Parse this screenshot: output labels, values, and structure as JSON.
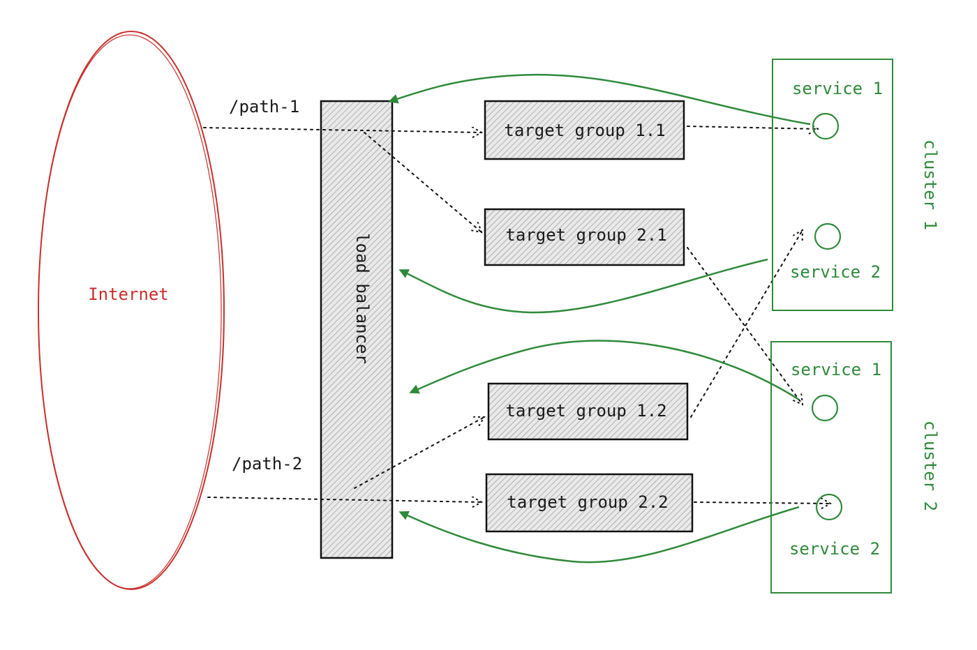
{
  "internet": {
    "label": "Internet",
    "color": "#c9302c"
  },
  "paths": {
    "path1": "/path-1",
    "path2": "/path-2"
  },
  "load_balancer": {
    "label": "load balancer"
  },
  "target_groups": {
    "tg11": "target group 1.1",
    "tg21": "target group 2.1",
    "tg12": "target group 1.2",
    "tg22": "target group 2.2"
  },
  "clusters": {
    "c1": {
      "label": "cluster 1",
      "service1": "service 1",
      "service2": "service 2"
    },
    "c2": {
      "label": "cluster 2",
      "service1": "service 1",
      "service2": "service 2"
    }
  },
  "colors": {
    "green": "#2f8a3a",
    "red": "#c9302c",
    "ink": "#111111"
  }
}
